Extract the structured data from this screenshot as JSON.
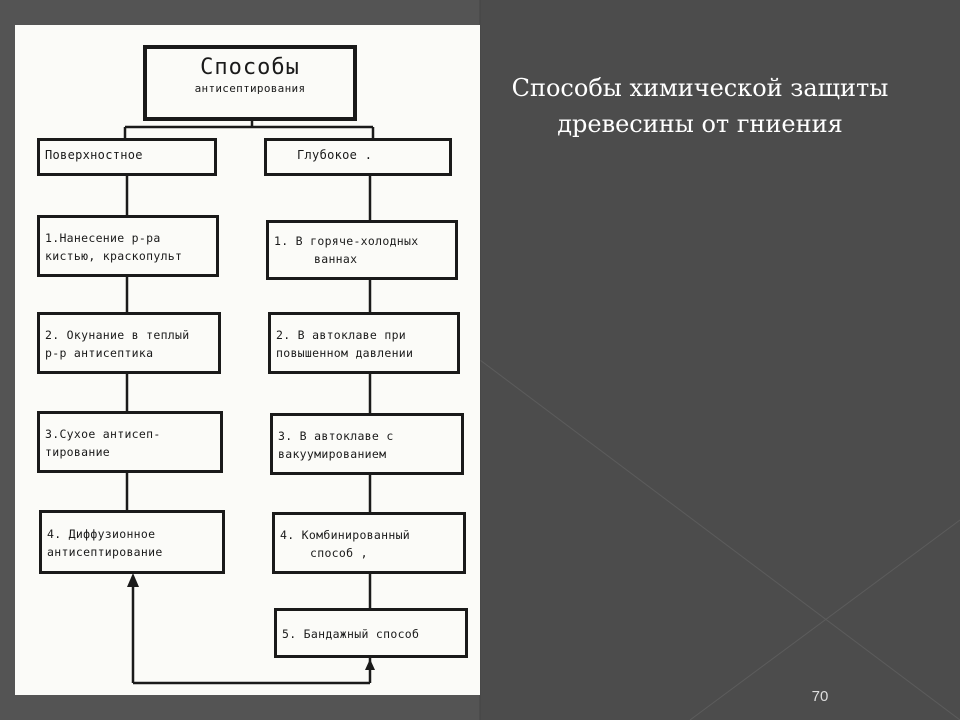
{
  "slide": {
    "title_line1": "Способы химической защиты",
    "title_line2": "древесины от гниения",
    "page_number": "70"
  },
  "diagram": {
    "root": {
      "line1": "Способы",
      "line2": "антисептирования"
    },
    "left": {
      "header": "Поверхностное",
      "items": [
        {
          "line1": "1.Нанесение р-ра",
          "line2": "кистью, краскопульт"
        },
        {
          "line1": "2. Окунание в теплый",
          "line2": "р-р антисептика"
        },
        {
          "line1": "3.Сухое антисеп-",
          "line2": "тирование"
        },
        {
          "line1": "4. Диффузионное",
          "line2": "антисептирование"
        }
      ]
    },
    "right": {
      "header": "Глубокое .",
      "items": [
        {
          "line1": "1. В горяче-холодных",
          "line2": "ваннах"
        },
        {
          "line1": "2. В автоклаве при",
          "line2": "повышенном давлении"
        },
        {
          "line1": "3. В автоклаве с",
          "line2": "вакуумированием"
        },
        {
          "line1": "4. Комбинированный",
          "line2": "способ ,"
        },
        {
          "line1": "5. Бандажный способ",
          "line2": ""
        }
      ]
    }
  }
}
